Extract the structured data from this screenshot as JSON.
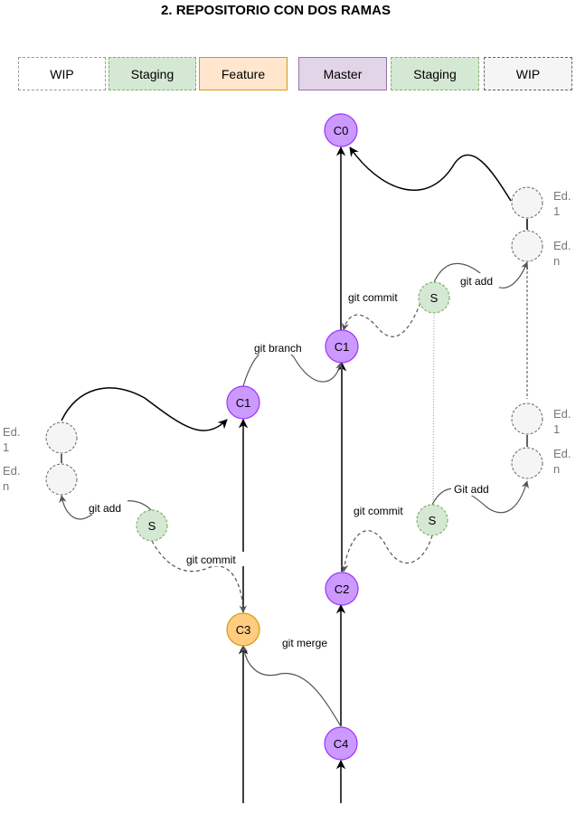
{
  "title": "2. REPOSITORIO CON DOS RAMAS",
  "lanes": [
    {
      "label": "WIP",
      "fill": "#ffffff",
      "stroke": "#999999",
      "dashed": true
    },
    {
      "label": "Staging",
      "fill": "#d5e8d4",
      "stroke": "#82b366",
      "dashed": true
    },
    {
      "label": "Feature",
      "fill": "#ffe6cc",
      "stroke": "#d79b00",
      "dashed": false
    },
    {
      "label": "Master",
      "fill": "#e1d5e7",
      "stroke": "#9673a6",
      "dashed": false
    },
    {
      "label": "Staging",
      "fill": "#d5e8d4",
      "stroke": "#82b366",
      "dashed": true
    },
    {
      "label": "WIP",
      "fill": "#f5f5f5",
      "stroke": "#666666",
      "dashed": true
    }
  ],
  "nodes": {
    "c0": "C0",
    "c1_master": "C1",
    "c1_feature": "C1",
    "c2": "C2",
    "c3": "C3",
    "c4": "C4",
    "s_left": "S",
    "s_right_top": "S",
    "s_right_bottom": "S"
  },
  "edit_labels": {
    "left_ed1_a": "Ed.",
    "left_ed1_b": "1",
    "left_edn_a": "Ed.",
    "left_edn_b": "n",
    "right_top_ed1_a": "Ed.",
    "right_top_ed1_b": "1",
    "right_top_edn_a": "Ed.",
    "right_top_edn_b": "n",
    "right_bot_ed1_a": "Ed.",
    "right_bot_ed1_b": "1",
    "right_bot_edn_a": "Ed.",
    "right_bot_edn_b": "n"
  },
  "edge_labels": {
    "git_commit_top": "git commit",
    "git_add_top": "git add",
    "git_branch": "git branch",
    "git_add_left": "git add",
    "git_commit_left": "git commit",
    "git_commit_right": "git commit",
    "git_add_right": "Git add",
    "git_merge": "git merge"
  },
  "colors": {
    "master_fill": "#cc99ff",
    "master_stroke": "#9933ff",
    "feature_fill": "#ffcc80",
    "feature_stroke": "#d79b00",
    "staging_fill": "#d5e8d4",
    "staging_stroke": "#82b366",
    "wip_fill": "#f5f5f5",
    "wip_stroke": "#666666"
  }
}
